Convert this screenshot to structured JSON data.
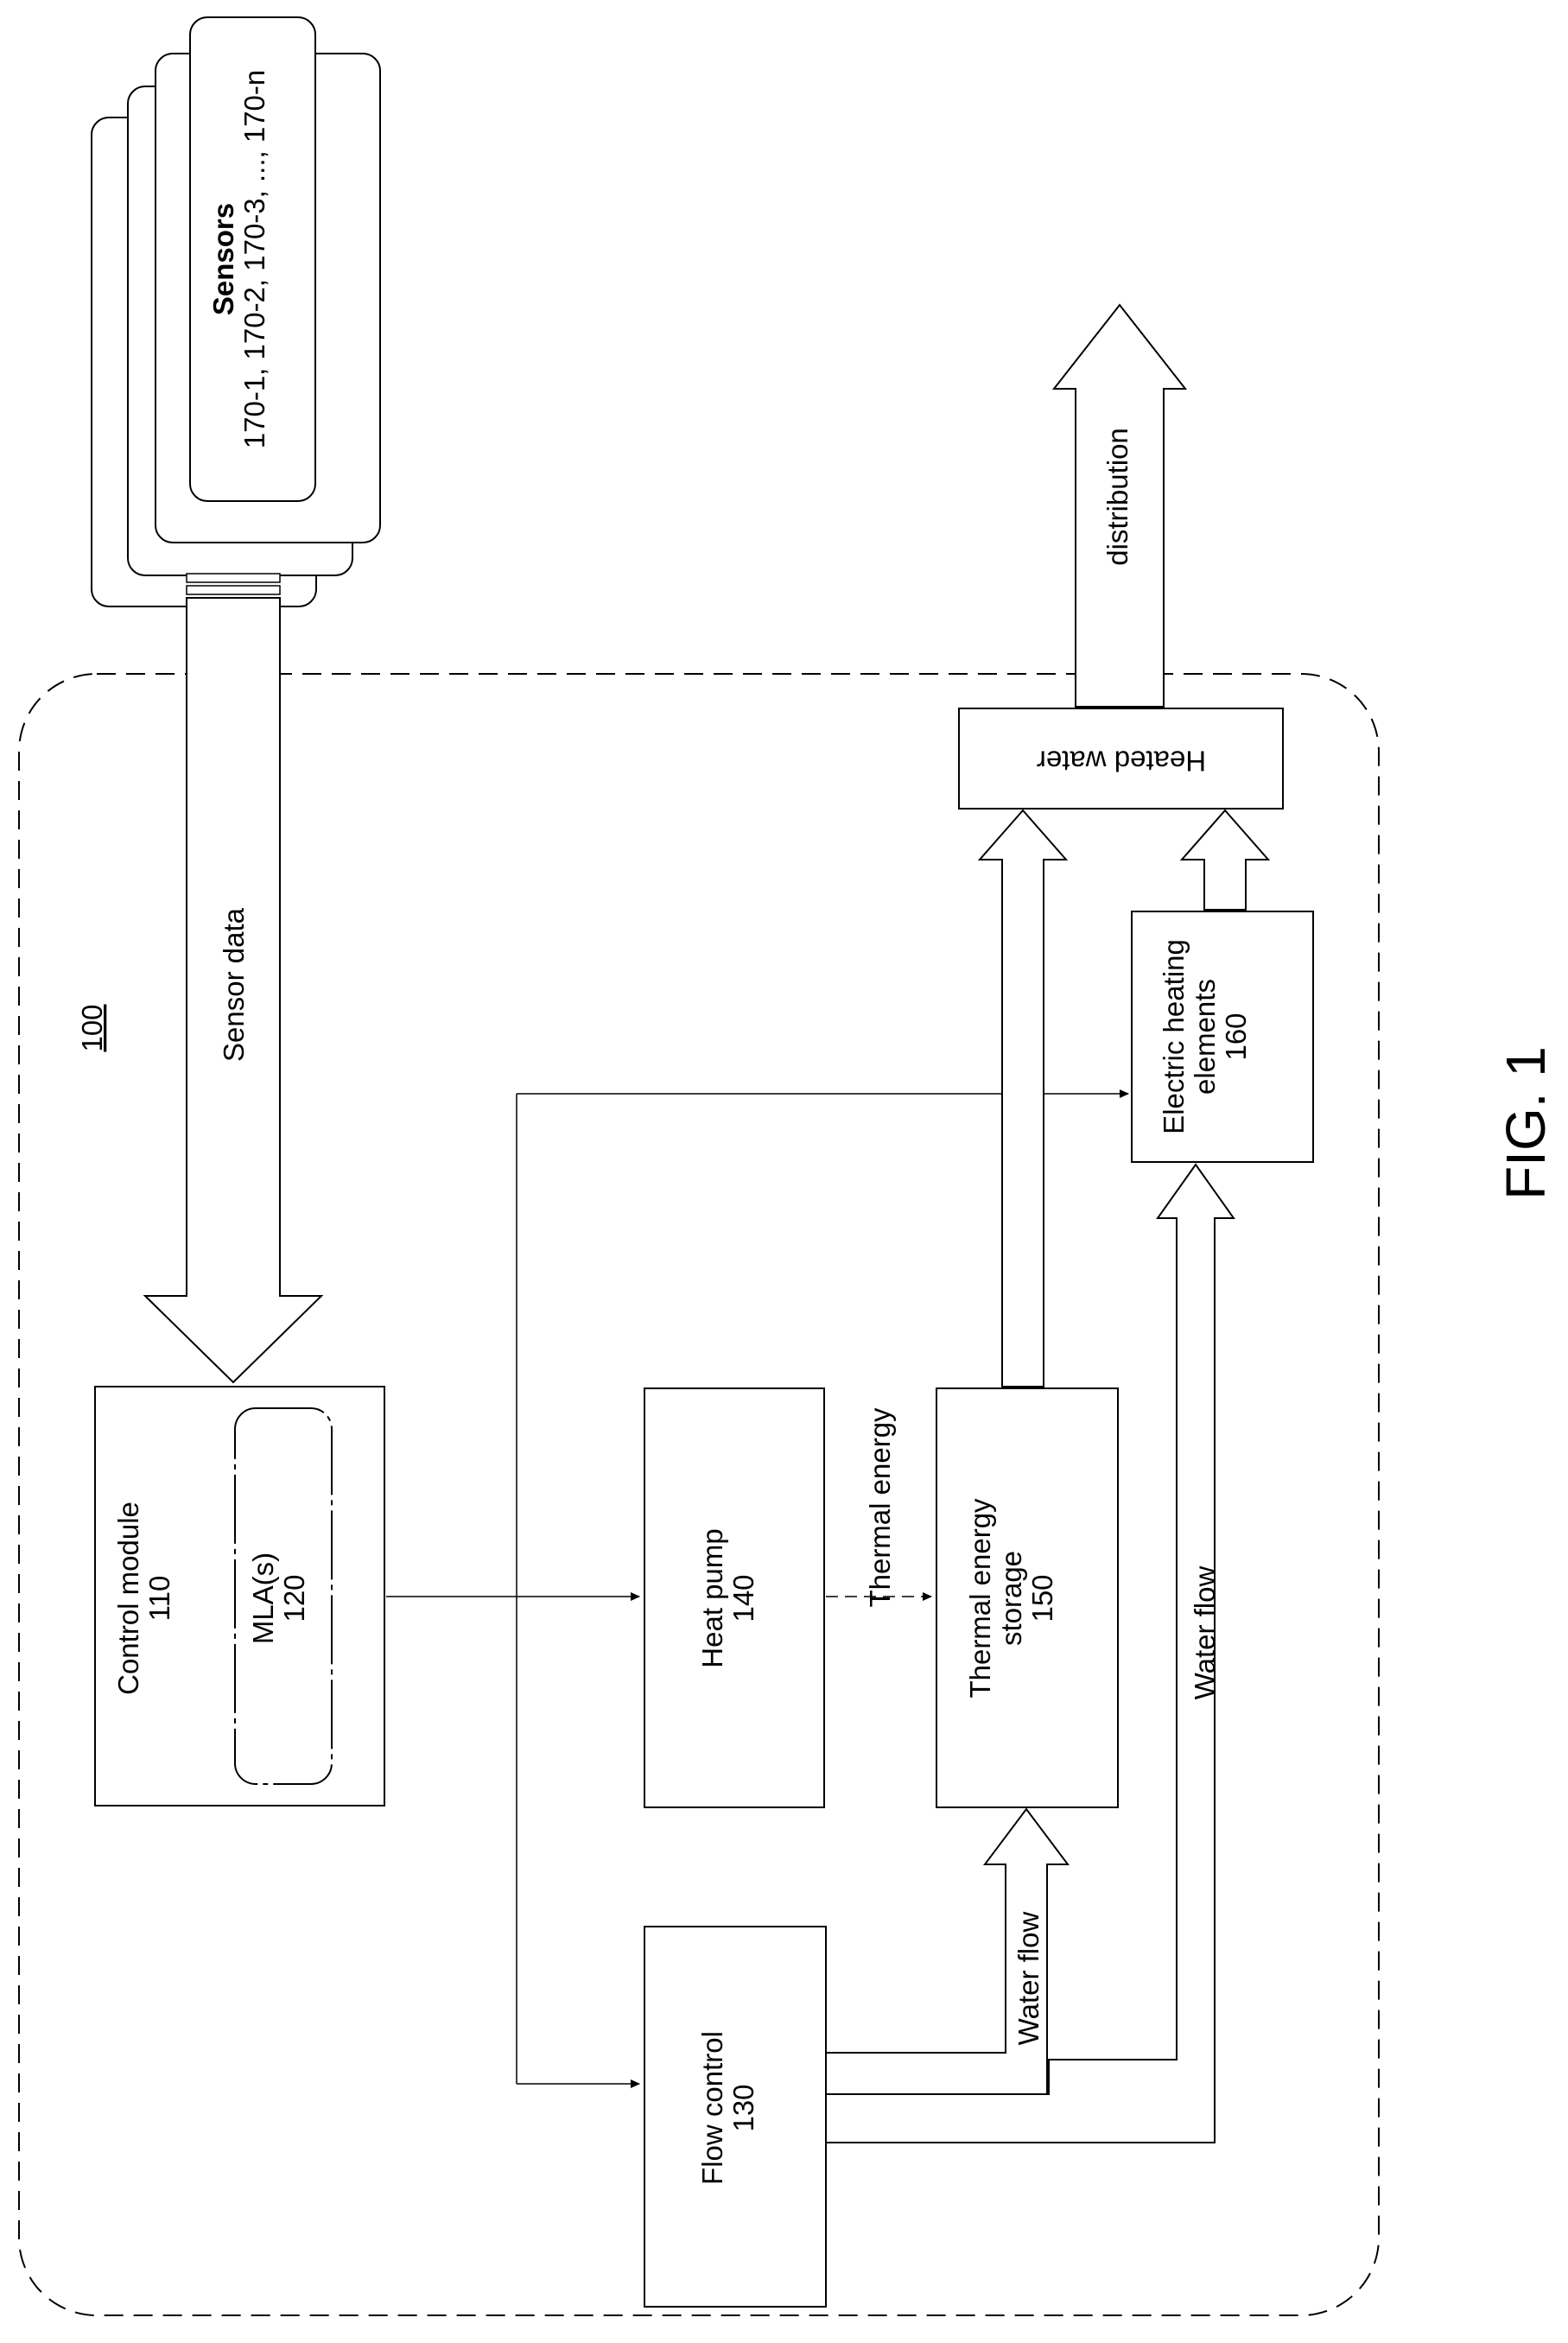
{
  "system": {
    "ref": "100"
  },
  "sensors": {
    "title": "Sensors",
    "ids": "170-1, 170-2, 170-3, ..., 170-n"
  },
  "sensor_data_label": "Sensor data",
  "control_module": {
    "name": "Control module",
    "ref": "110"
  },
  "mla": {
    "name": "MLA(s)",
    "ref": "120"
  },
  "heat_pump": {
    "name": "Heat pump",
    "ref": "140"
  },
  "thermal_energy_label": "Thermal energy",
  "thermal_storage": {
    "name_line1": "Thermal energy",
    "name_line2": "storage",
    "ref": "150"
  },
  "flow_control": {
    "name": "Flow control",
    "ref": "130"
  },
  "water_flow_label_1": "Water flow",
  "water_flow_label_2": "Water flow",
  "electric_heating": {
    "name_line1": "Electric heating",
    "name_line2": "elements",
    "ref": "160"
  },
  "heated_water_label": "Heated water",
  "distribution_label": "distribution",
  "figure_label": "FIG. 1"
}
